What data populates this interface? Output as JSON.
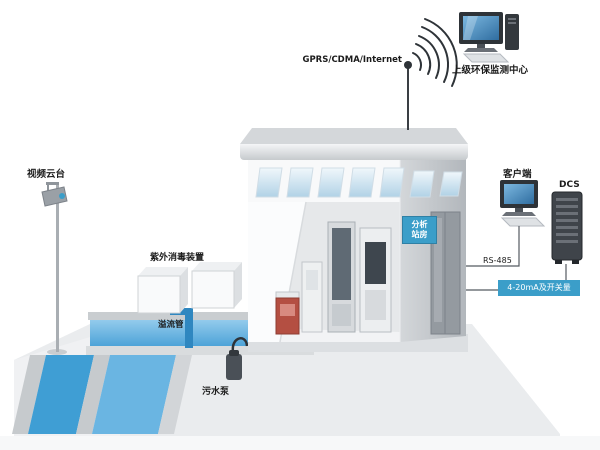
{
  "colors": {
    "accent_blue": "#3b9ec9",
    "water_blue": "#4da3d8",
    "pipe_blue": "#2f87c0",
    "device_dark": "#2e3338"
  },
  "network": {
    "gprs_label": "GPRS/CDMA/Internet",
    "center_label": "上级环保监测中心"
  },
  "right_panel": {
    "client_label": "客户端",
    "dcs_label": "DCS",
    "rs485_label": "RS-485",
    "analog_label": "4-20mA及开关量"
  },
  "site": {
    "video_ptz_label": "视频云台",
    "uv_label": "紫外消毒装置",
    "overflow_label": "溢流管",
    "pump_label": "污水泵",
    "station_sign": "分析站房"
  }
}
